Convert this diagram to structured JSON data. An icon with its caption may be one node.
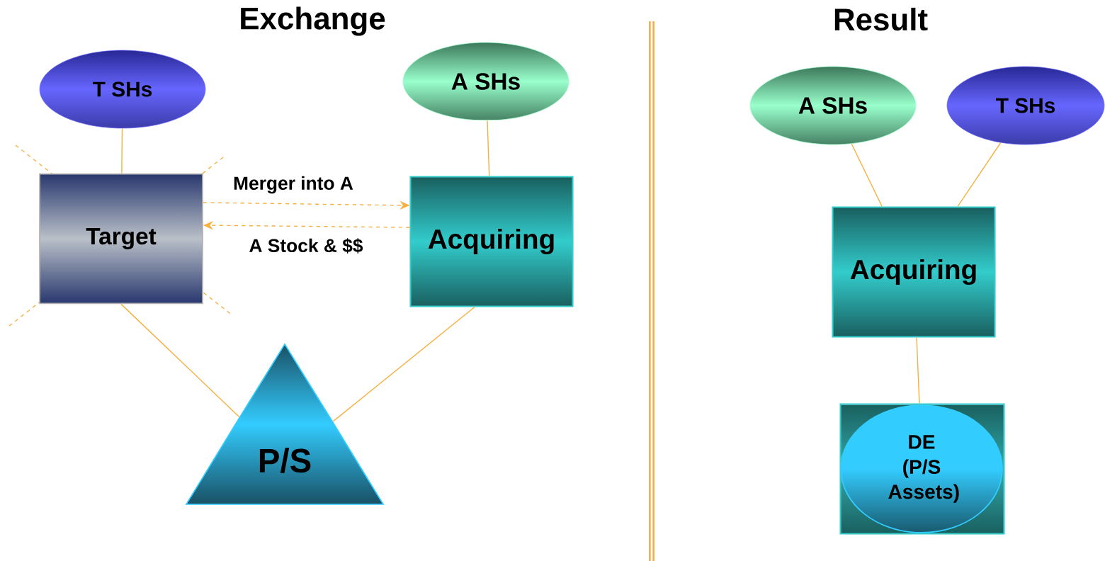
{
  "diagram": {
    "nodes": [
      {
        "text": [
          "T SHs"
        ]
      },
      {
        "text": [
          "A SHs"
        ]
      },
      {
        "text": [
          "Target"
        ]
      },
      {
        "text": [
          "Acquiring"
        ]
      },
      {
        "text": [
          "P/S"
        ]
      },
      {
        "text": [
          "A SHs"
        ]
      },
      {
        "text": [
          "T SHs"
        ]
      },
      {
        "text": [
          "Acquiring"
        ]
      },
      {
        "text": [],
        "shape": "box"
      },
      {
        "text": [
          "DE (P/S Assets)"
        ],
        "in": 8
      }
    ],
    "edges": [
      {
        "from": 0,
        "to": 2,
        "arrow": "none"
      },
      {
        "from": 1,
        "to": 3,
        "arrow": "none"
      },
      {
        "from": 2,
        "to": 3,
        "arrow": "to",
        "label": "Merger into A",
        "style": "dashed"
      },
      {
        "from": 3,
        "to": 2,
        "arrow": "to",
        "label": "A Stock & $$",
        "style": "dashed"
      },
      {
        "from": 2,
        "to": 4,
        "arrow": "none"
      },
      {
        "from": 3,
        "to": 4,
        "arrow": "none"
      },
      {
        "from": 5,
        "to": 7,
        "arrow": "none"
      },
      {
        "from": 6,
        "to": 7,
        "arrow": "none"
      },
      {
        "from": 7,
        "to": 8,
        "arrow": "none"
      }
    ],
    "labels": [
      "Exchange",
      "Result"
    ]
  }
}
